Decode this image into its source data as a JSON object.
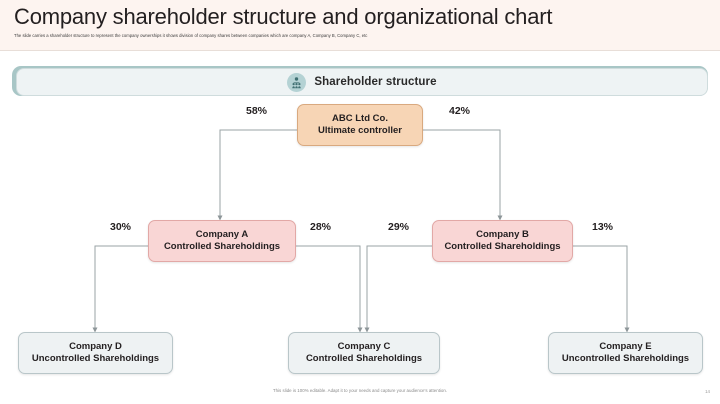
{
  "slide": {
    "title": "Company shareholder structure and organizational chart",
    "subtitle": "The slide carries a shareholder structure to represent the company ownerships it shows division of company shares between companies which are company A, Company B, Company C, etc",
    "footer_note": "This slide is 100% editable. Adapt it to your needs and capture your audience's attention.",
    "page_number": "14"
  },
  "band": {
    "label": "Shareholder structure",
    "icon": "people-group-icon",
    "icon_bg": "#b4d2d4",
    "fill": "#eef3f4",
    "frame": "#a8c6c6"
  },
  "colors": {
    "title_bg": "#fdf4f0",
    "root_fill": "#f7d5b5",
    "root_border": "#d9a97f",
    "mid_fill": "#f9d6d5",
    "mid_border": "#e2a8a6",
    "leaf_fill": "#eef2f3",
    "leaf_border": "#b9c6c9",
    "connector": "#9aa3a6"
  },
  "chart_data": {
    "type": "diagram",
    "title": "Shareholder structure",
    "nodes": [
      {
        "id": "root",
        "line1": "ABC Ltd Co.",
        "line2": "Ultimate controller",
        "level": 0,
        "style": "root"
      },
      {
        "id": "compA",
        "line1": "Company A",
        "line2": "Controlled Shareholdings",
        "level": 1,
        "style": "mid"
      },
      {
        "id": "compB",
        "line1": "Company B",
        "line2": "Controlled Shareholdings",
        "level": 1,
        "style": "mid"
      },
      {
        "id": "compD",
        "line1": "Company D",
        "line2": "Uncontrolled Shareholdings",
        "level": 2,
        "style": "leaf"
      },
      {
        "id": "compC",
        "line1": "Company C",
        "line2": "Controlled Shareholdings",
        "level": 2,
        "style": "leaf"
      },
      {
        "id": "compE",
        "line1": "Company E",
        "line2": "Uncontrolled Shareholdings",
        "level": 2,
        "style": "leaf"
      }
    ],
    "edges": [
      {
        "from": "root",
        "to": "compA",
        "label": "58%"
      },
      {
        "from": "root",
        "to": "compB",
        "label": "42%"
      },
      {
        "from": "compA",
        "to": "compD",
        "label": "30%"
      },
      {
        "from": "compA",
        "to": "compC",
        "label": "28%"
      },
      {
        "from": "compB",
        "to": "compC",
        "label": "29%"
      },
      {
        "from": "compB",
        "to": "compE",
        "label": "13%"
      }
    ]
  }
}
